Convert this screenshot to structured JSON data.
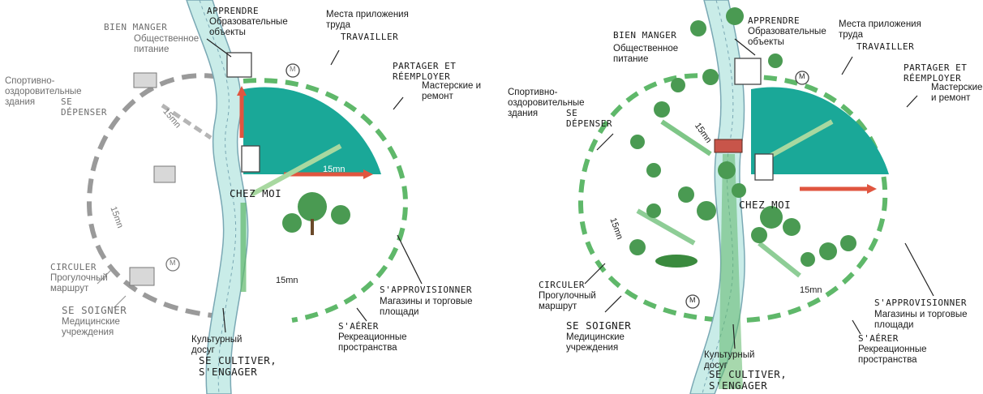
{
  "left": {
    "bien_manger": "BIEN MANGER",
    "obshchestvennoe": "Общественное питание",
    "sportivno": "Спортивно- оздоровительные здания",
    "se_depenser": "SE DÉPENSER",
    "apprendre": "APPRENDRE",
    "obrazovatelnye": "Образовательные объекты",
    "mesta": "Места приложения труда",
    "travailler": "TRAVAILLER",
    "partager": "PARTAGER ET RÉEMPLOYER",
    "masterskie": "Мастерские и ремонт",
    "chez_moi": "CHEZ MOI",
    "circuler": "CIRCULER",
    "progulochny": "Прогулочный маршрут",
    "se_soigner": "SE SOIGNER",
    "medicinskie": "Медицинские учреждения",
    "kulturny": "Культурный досуг",
    "se_cultiver": "SE CULTIVER, S'ENGAGER",
    "saerer": "S'AÉRER",
    "rekreacionnye": "Рекреационные пространства",
    "sapprovisionner": "S'APPROVISIONNER",
    "magaziny": "Магазины и торговые площади",
    "time_label": "15mn",
    "metro_symbol": "M"
  },
  "right": {
    "bien_manger": "BIEN MANGER",
    "obshchestvennoe": "Общественное питание",
    "sportivno": "Спортивно- оздоровительные здания",
    "se_depenser": "SE DÉPENSER",
    "apprendre": "APPRENDRE",
    "obrazovatelnye": "Образовательные объекты",
    "mesta": "Места приложения труда",
    "travailler": "TRAVAILLER",
    "partager": "PARTAGER ET RÉEMPLOYER",
    "masterskie": "Мастерские и ремонт",
    "chez_moi": "CHEZ MOI",
    "circuler": "CIRCULER",
    "progulochny": "Прогулочный маршрут",
    "se_soigner": "SE SOIGNER",
    "medicinskie": "Медицинские учреждения",
    "kulturny": "Культурный досуг",
    "se_cultiver": "SE CULTIVER, S'ENGAGER",
    "saerer": "S'AÉRER",
    "rekreacionnye": "Рекреационные пространства",
    "sapprovisionner": "S'APPROVISIONNER",
    "magaziny": "Магазины и торговые площади",
    "time_label": "15mn",
    "metro_symbol": "M"
  },
  "colors": {
    "teal": "#1aa898",
    "green": "#5fb86a",
    "river": "#c9ece8",
    "arrow": "#e0553f",
    "gray": "#b5b5b5"
  }
}
